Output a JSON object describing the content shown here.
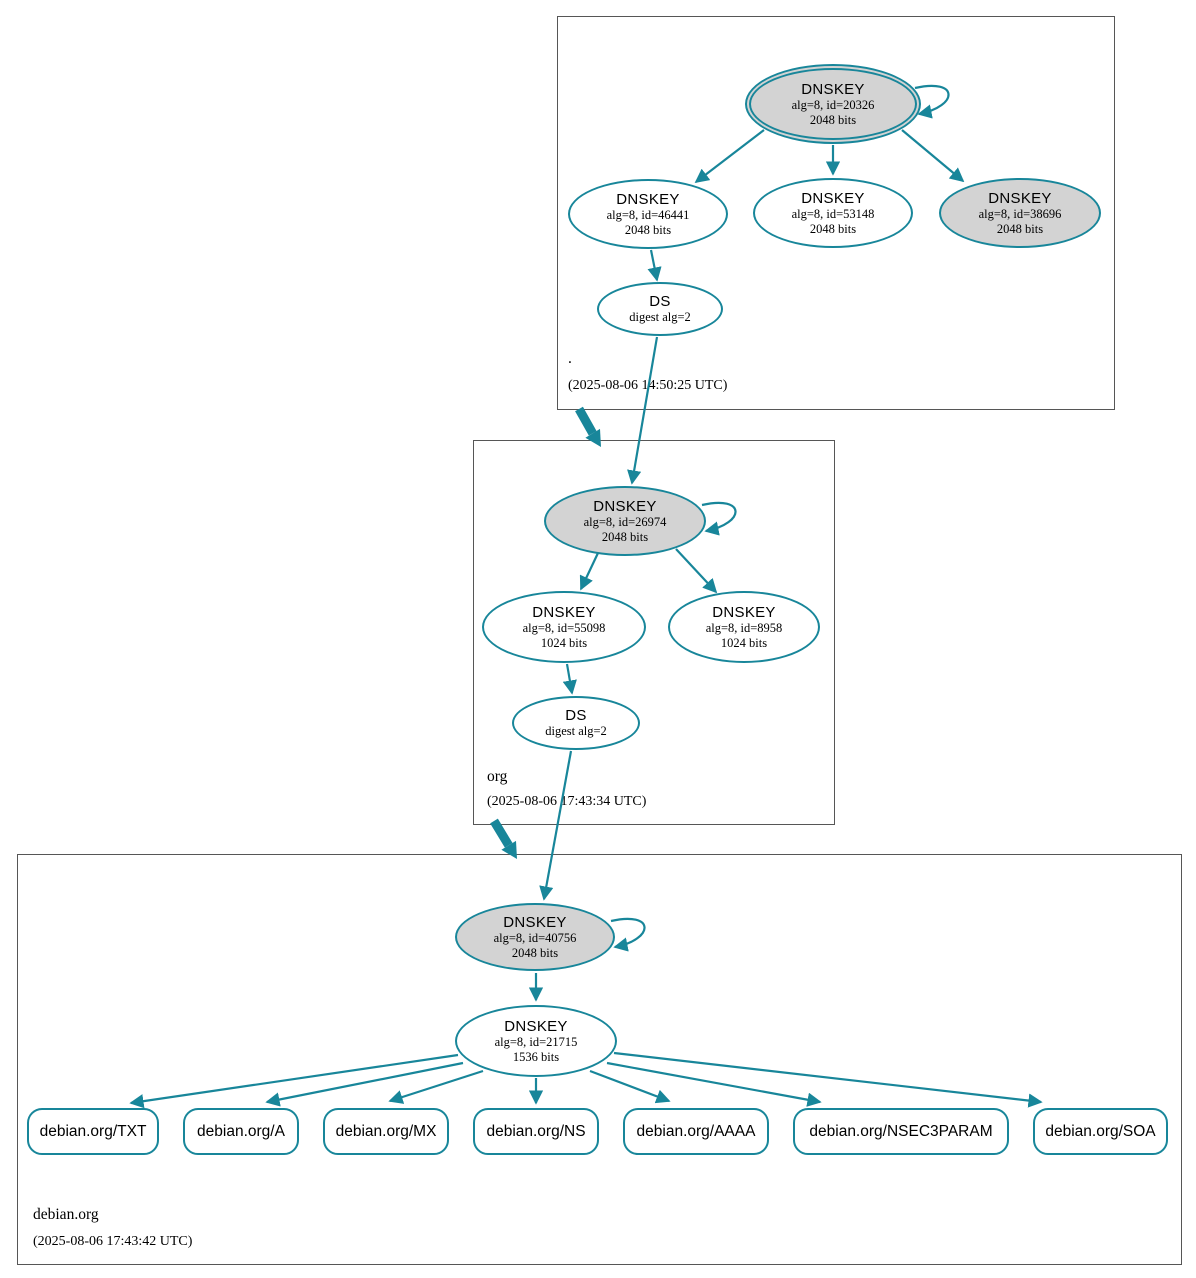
{
  "diagram_type": "dnssec-authentication-chain",
  "colors": {
    "edge_teal": "#18869a",
    "ksk_fill_gray": "#d3d3d3",
    "node_fill_white": "#ffffff",
    "zone_border_gray": "#565656"
  },
  "zones": [
    {
      "name": ".",
      "timestamp": "(2025-08-06 14:50:25 UTC)",
      "nodes": [
        {
          "title": "DNSKEY",
          "line1": "alg=8, id=20326",
          "line2": "2048 bits"
        },
        {
          "title": "DNSKEY",
          "line1": "alg=8, id=46441",
          "line2": "2048 bits"
        },
        {
          "title": "DNSKEY",
          "line1": "alg=8, id=53148",
          "line2": "2048 bits"
        },
        {
          "title": "DNSKEY",
          "line1": "alg=8, id=38696",
          "line2": "2048 bits"
        },
        {
          "title": "DS",
          "line1": "digest alg=2"
        }
      ]
    },
    {
      "name": "org",
      "timestamp": "(2025-08-06 17:43:34 UTC)",
      "nodes": [
        {
          "title": "DNSKEY",
          "line1": "alg=8, id=26974",
          "line2": "2048 bits"
        },
        {
          "title": "DNSKEY",
          "line1": "alg=8, id=55098",
          "line2": "1024 bits"
        },
        {
          "title": "DNSKEY",
          "line1": "alg=8, id=8958",
          "line2": "1024 bits"
        },
        {
          "title": "DS",
          "line1": "digest alg=2"
        }
      ]
    },
    {
      "name": "debian.org",
      "timestamp": "(2025-08-06 17:43:42 UTC)",
      "nodes": [
        {
          "title": "DNSKEY",
          "line1": "alg=8, id=40756",
          "line2": "2048 bits"
        },
        {
          "title": "DNSKEY",
          "line1": "alg=8, id=21715",
          "line2": "1536 bits"
        }
      ],
      "rrsets": [
        "debian.org/TXT",
        "debian.org/A",
        "debian.org/MX",
        "debian.org/NS",
        "debian.org/AAAA",
        "debian.org/NSEC3PARAM",
        "debian.org/SOA"
      ]
    }
  ]
}
